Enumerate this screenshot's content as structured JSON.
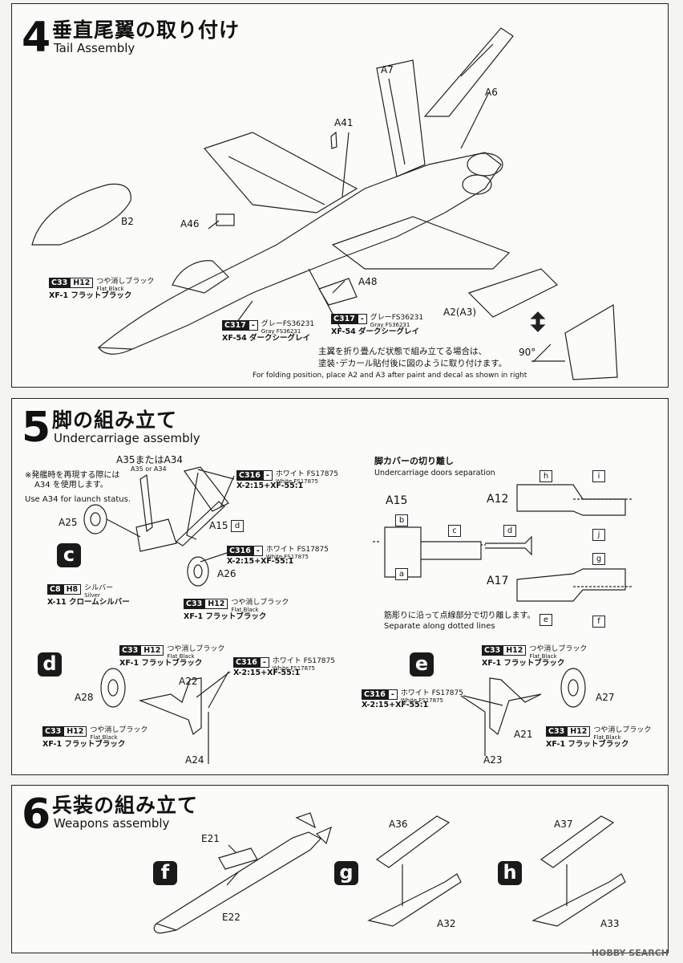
{
  "step4": {
    "number": "4",
    "title_jp": "垂直尾翼の取り付け",
    "title_en": "Tail Assembly",
    "parts": {
      "a7": "A7",
      "a6": "A6",
      "a41": "A41",
      "b2": "B2",
      "a46": "A46",
      "a48": "A48",
      "a2a3": "A2(A3)"
    },
    "paints": [
      {
        "code": "C33",
        "sub": "H12",
        "jp": "つや消しブラック",
        "en": "Flat Black",
        "xf": "XF-1 フラットブラック"
      },
      {
        "code": "C317",
        "sub": "-",
        "jp": "グレーFS36231",
        "en": "Gray FS36231",
        "xf": "XF-54 ダークシーグレイ"
      },
      {
        "code": "C317",
        "sub": "-",
        "jp": "グレーFS36231",
        "en": "Gray FS36231",
        "xf": "XF-54 ダークシーグレイ"
      }
    ],
    "angle": "90°",
    "note_jp_1": "主翼を折り畳んだ状態で組み立てる場合は、",
    "note_jp_2": "塗装･デカール貼付後に図のように取り付けます。",
    "note_en": "For folding position, place A2 and A3 after paint and decal as shown in right"
  },
  "step5": {
    "number": "5",
    "title_jp": "脚の組み立て",
    "title_en": "Undercarriage assembly",
    "launch_note_jp_1": "※発艦時を再現する際には",
    "launch_note_jp_2": "A34 を使用します。",
    "launch_note_en": "Use A34 for launch status.",
    "a35_jp": "A35またはA34",
    "a35_en": "A35 or A34",
    "parts": {
      "a25": "A25",
      "a15d": "A15",
      "d": "d",
      "a26": "A26",
      "a22": "A22",
      "a28": "A28",
      "a24": "A24",
      "a27": "A27",
      "a21": "A21",
      "a23": "A23"
    },
    "badges": {
      "c": "c",
      "d": "d",
      "e": "e"
    },
    "paints": [
      {
        "code": "C316",
        "sub": "-",
        "jp": "ホワイト FS17875",
        "en": "White FS17875",
        "xf": "X-2:15+XF-55:1"
      },
      {
        "code": "C316",
        "sub": "-",
        "jp": "ホワイト FS17875",
        "en": "White FS17875",
        "xf": "X-2:15+XF-55:1"
      },
      {
        "code": "C8",
        "sub": "H8",
        "jp": "シルバー",
        "en": "Silver",
        "xf": "X-11 クロームシルバー"
      },
      {
        "code": "C33",
        "sub": "H12",
        "jp": "つや消しブラック",
        "en": "Flat Black",
        "xf": "XF-1 フラットブラック"
      },
      {
        "code": "C33",
        "sub": "H12",
        "jp": "つや消しブラック",
        "en": "Flat Black",
        "xf": "XF-1 フラットブラック"
      },
      {
        "code": "C316",
        "sub": "-",
        "jp": "ホワイト FS17875",
        "en": "White FS17875",
        "xf": "X-2:15+XF-55:1"
      },
      {
        "code": "C33",
        "sub": "H12",
        "jp": "つや消しブラック",
        "en": "Flat Black",
        "xf": "XF-1 フラットブラック"
      },
      {
        "code": "C33",
        "sub": "H12",
        "jp": "つや消しブラック",
        "en": "Flat Black",
        "xf": "XF-1 フラットブラック"
      },
      {
        "code": "C33",
        "sub": "H12",
        "jp": "つや消しブラック",
        "en": "Flat Black",
        "xf": "XF-1 フラットブラック"
      },
      {
        "code": "C316",
        "sub": "-",
        "jp": "ホワイト FS17875",
        "en": "White FS17875",
        "xf": "X-2:15+XF-55:1"
      }
    ],
    "doors": {
      "title_jp": "脚カバーの切り離し",
      "title_en": "Undercarriage doors separation",
      "a15": "A15",
      "a12": "A12",
      "a17": "A17",
      "boxes": {
        "b": "b",
        "c": "c",
        "d": "d",
        "a": "a",
        "h": "h",
        "i": "i",
        "j": "j",
        "g": "g",
        "e": "e",
        "f": "f"
      },
      "cut_jp": "筋彫りに沿って点線部分で切り離します。",
      "cut_en": "Separate along dotted lines"
    }
  },
  "step6": {
    "number": "6",
    "title_jp": "兵装の組み立て",
    "title_en": "Weapons assembly",
    "badges": {
      "f": "f",
      "g": "g",
      "h": "h"
    },
    "parts": {
      "e21": "E21",
      "e22": "E22",
      "a36": "A36",
      "a32": "A32",
      "a37": "A37",
      "a33": "A33"
    }
  },
  "watermark": "HOBBY SEARCH"
}
